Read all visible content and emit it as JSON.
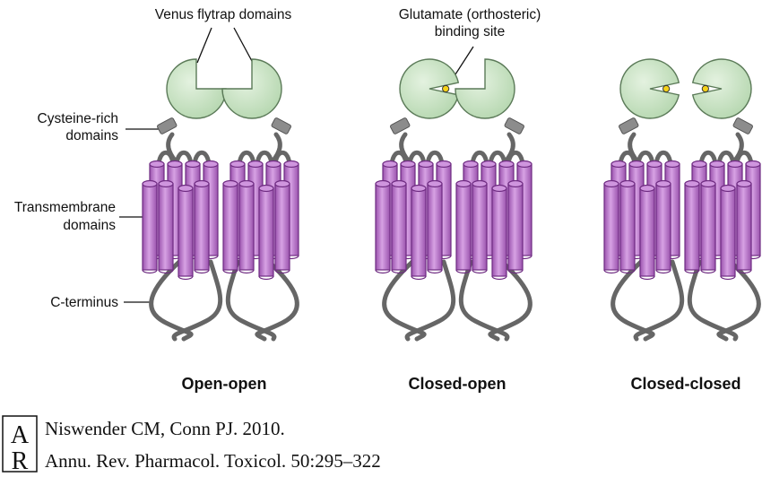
{
  "labels": {
    "venus_flytrap": "Venus flytrap domains",
    "glutamate_line1": "Glutamate (orthosteric)",
    "glutamate_line2": "binding site",
    "cysteine_line1": "Cysteine-rich",
    "cysteine_line2": "domains",
    "transmembrane_line1": "Transmembrane",
    "transmembrane_line2": "domains",
    "c_terminus": "C-terminus"
  },
  "states": [
    {
      "label": "Open-open",
      "left_lobe": "open",
      "right_lobe": "open",
      "glutamate_bound": [
        false,
        false
      ]
    },
    {
      "label": "Closed-open",
      "left_lobe": "closed",
      "right_lobe": "open",
      "glutamate_bound": [
        true,
        false
      ]
    },
    {
      "label": "Closed-closed",
      "left_lobe": "closed",
      "right_lobe": "closed",
      "glutamate_bound": [
        true,
        true
      ]
    }
  ],
  "citation": {
    "logo_text": "AR",
    "line1": "Niswender CM, Conn PJ. 2010.",
    "line2": "Annu. Rev. Pharmacol. Toxicol. 50:295–322"
  },
  "colors": {
    "lobe_fill": "#c9e3c4",
    "lobe_stroke": "#5b7a58",
    "helix_fill": "#b778c9",
    "helix_stroke": "#6f2c82",
    "loop": "#666666",
    "cysteine": "#8c8c8c",
    "glutamate": "#f4d21a"
  }
}
